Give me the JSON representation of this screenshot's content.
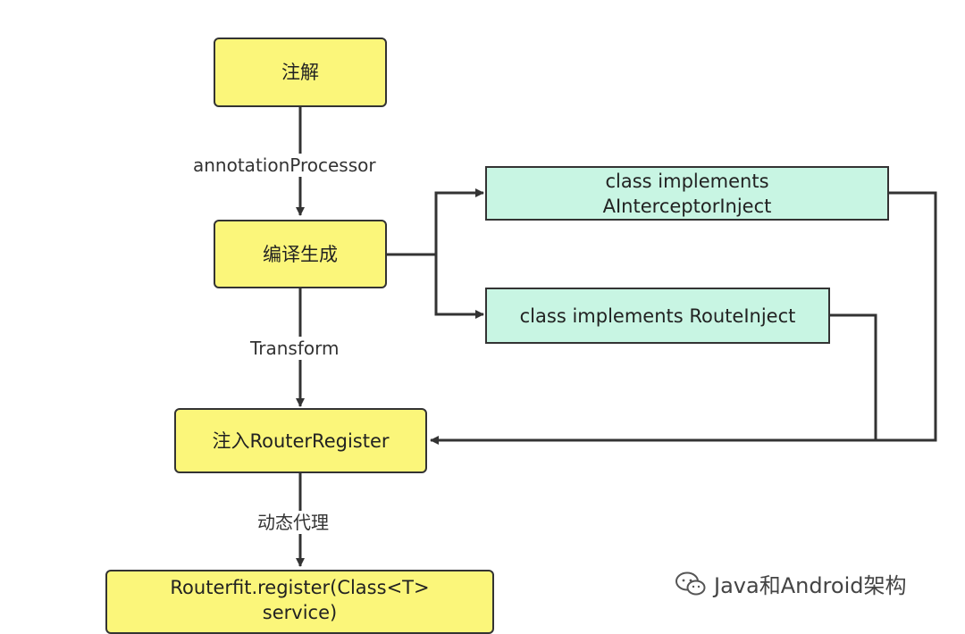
{
  "nodes": {
    "annotation": "注解",
    "compile_generate": "编译生成",
    "interceptor_line1": "class implements",
    "interceptor_line2": "AInterceptorInject",
    "route_inject": "class implements RouteInject",
    "inject_register": "注入RouterRegister",
    "routerfit_line1": "Routerfit.register(Class<T>",
    "routerfit_line2": "service)"
  },
  "edge_labels": {
    "annotation_processor": "annotationProcessor",
    "transform": "Transform",
    "dynamic_proxy": "动态代理"
  },
  "watermark": {
    "text": "Java和Android架构"
  },
  "colors": {
    "node_yellow": "#fbf67a",
    "node_teal": "#c8f5e3",
    "line": "#333333"
  }
}
